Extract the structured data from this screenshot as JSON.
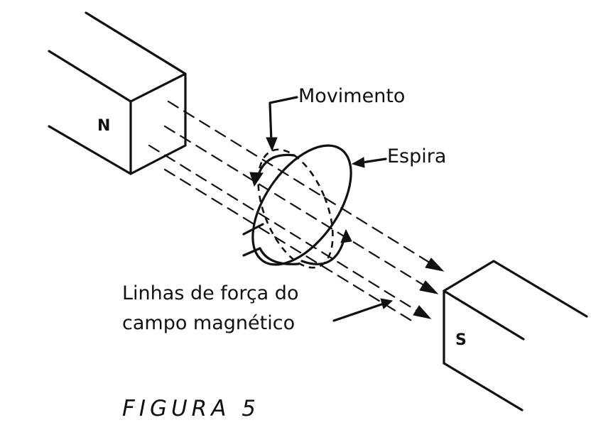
{
  "labels": {
    "north_pole": "N",
    "south_pole": "S",
    "movement": "Movimento",
    "loop": "Espira",
    "field_lines_line1": "Linhas de força do",
    "field_lines_line2": "campo magnético",
    "figure": "FIGURA 5"
  },
  "colors": {
    "ink": "#111111",
    "background": "#ffffff"
  }
}
